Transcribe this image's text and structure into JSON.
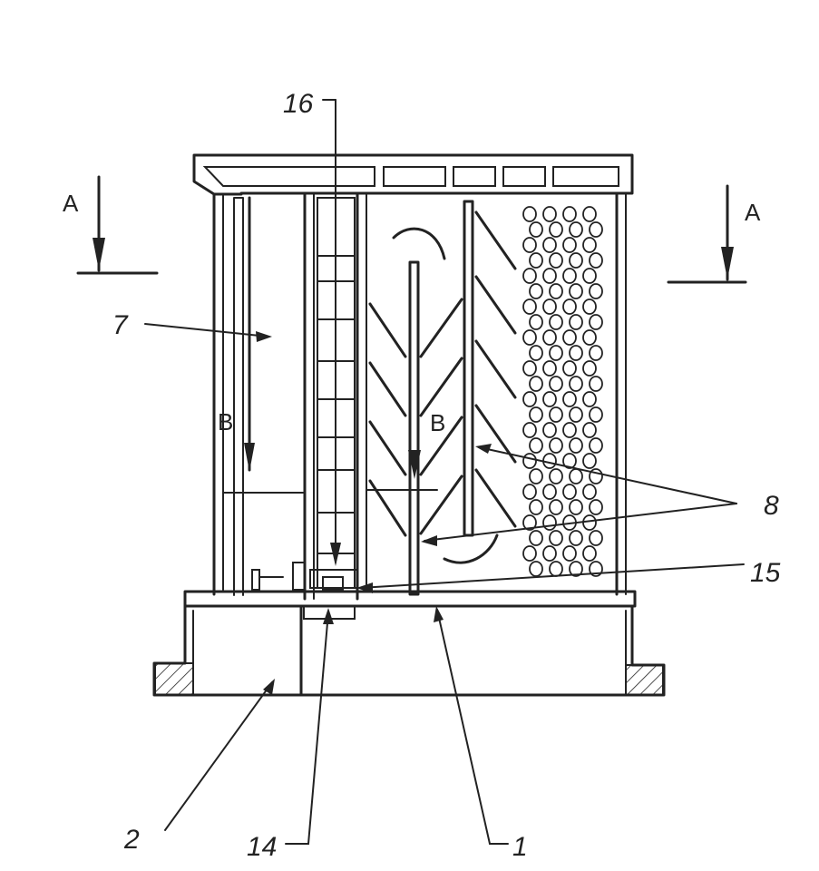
{
  "section_marks": {
    "left": "A",
    "right": "A",
    "flow_left": "B",
    "flow_center": "B"
  },
  "callouts": {
    "c16": "16",
    "c7": "7",
    "c8": "8",
    "c15": "15",
    "c2": "2",
    "c14": "14",
    "c1": "1"
  }
}
